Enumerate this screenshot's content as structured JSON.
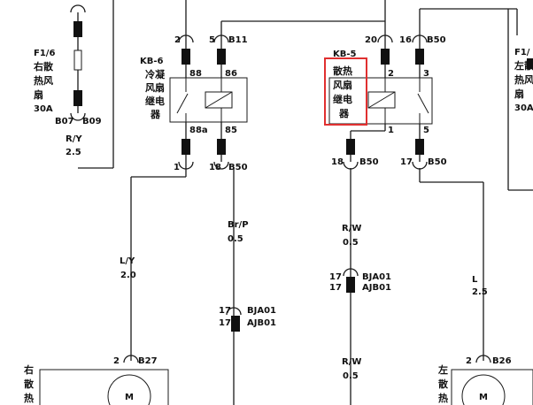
{
  "left_fuse": {
    "id": "F1/6",
    "name_lines": [
      "右散",
      "热风",
      "扇"
    ],
    "rating": "30A",
    "conn_a": "B07",
    "conn_b": "B09",
    "wire_color": "R/Y",
    "wire_size": "2.5"
  },
  "right_fuse": {
    "id": "F1/",
    "name_lines": [
      "左散",
      "热风",
      "扇"
    ],
    "rating": "30A"
  },
  "relay_kb6": {
    "id": "KB-6",
    "name_lines": [
      "冷凝",
      "风扇",
      "继电",
      "器"
    ],
    "pin_88": "88",
    "pin_86": "86",
    "pin_88a": "88a",
    "pin_85": "85",
    "top_left_pin": "2",
    "top_right_pin": "5",
    "top_right_conn": "B11",
    "bot_left_pin": "1",
    "bot_right_pin": "18",
    "bot_right_conn": "B50"
  },
  "relay_kb5": {
    "id": "KB-5",
    "name_lines": [
      "散热",
      "风扇",
      "继电",
      "器"
    ],
    "pin_2": "2",
    "pin_3": "3",
    "pin_1": "1",
    "pin_5": "5",
    "top_left_pin": "20",
    "top_right_pin": "16",
    "top_right_conn": "B50",
    "bot_left_pin": "18",
    "bot_left_conn": "B50",
    "bot_right_pin": "17",
    "bot_right_conn": "B50"
  },
  "wires": {
    "ly_color": "L/Y",
    "ly_size": "2.0",
    "brp_color": "Br/P",
    "brp_size": "0.5",
    "rw_color": "R/W",
    "rw_size": "0.5",
    "rw2_color": "R/W",
    "rw2_size": "0.5",
    "l_color": "L",
    "l_size": "2.5"
  },
  "connectors": {
    "bja01_top": "BJA01",
    "ajb01_top": "AJB01",
    "bja01_top_pin1": "17",
    "bja01_top_pin2": "17",
    "bja01_mid": "BJA01",
    "ajb01_mid": "AJB01",
    "bja01_mid_pin1": "17",
    "bja01_mid_pin2": "17"
  },
  "motor_left": {
    "name_lines": [
      "右",
      "散",
      "热"
    ],
    "pin": "2",
    "conn": "B27",
    "symbol": "M"
  },
  "motor_right": {
    "name_lines": [
      "左",
      "散",
      "热"
    ],
    "pin": "2",
    "conn": "B26",
    "symbol": "M"
  }
}
